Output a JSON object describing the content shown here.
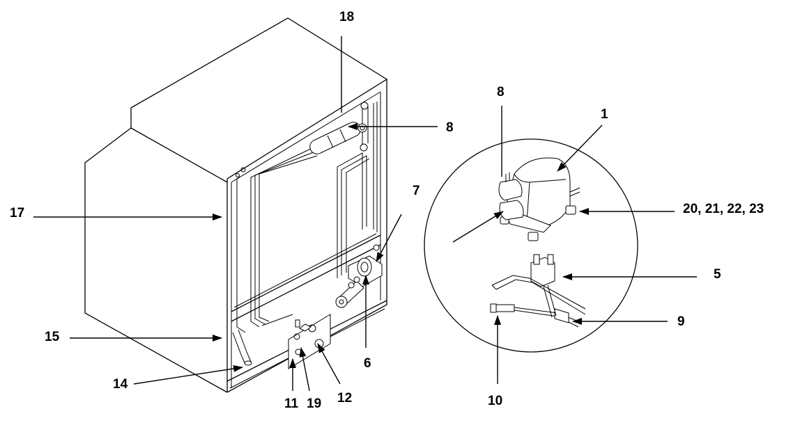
{
  "callouts": {
    "c18": "18",
    "c8_top": "8",
    "c17": "17",
    "c7": "7",
    "c15": "15",
    "c14": "14",
    "c6": "6",
    "c11": "11",
    "c19": "19",
    "c12": "12",
    "c8_detail": "8",
    "c1": "1",
    "c20_23": "20, 21, 22, 23",
    "c5": "5",
    "c9": "9",
    "c10": "10"
  },
  "colors": {
    "line": "#000000",
    "background": "#ffffff"
  }
}
